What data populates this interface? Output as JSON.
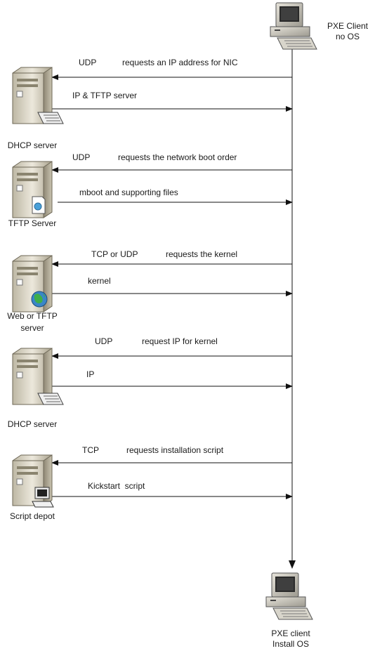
{
  "client_top": {
    "line1": "PXE Client",
    "line2": "no OS"
  },
  "client_bottom": {
    "line1": "PXE client",
    "line2": "Install OS"
  },
  "servers": [
    {
      "line1": "DHCP server",
      "line2": ""
    },
    {
      "line1": "TFTP Server",
      "line2": ""
    },
    {
      "line1": "Web or TFTP",
      "line2": "server"
    },
    {
      "line1": "DHCP server",
      "line2": ""
    },
    {
      "line1": "Script depot",
      "line2": ""
    }
  ],
  "messages": [
    {
      "protocol": "UDP",
      "text": "requests an IP address for NIC",
      "direction": "to-server"
    },
    {
      "protocol": "",
      "text": "IP & TFTP server",
      "direction": "to-client"
    },
    {
      "protocol": "UDP",
      "text": "requests the network boot order",
      "direction": "to-server"
    },
    {
      "protocol": "",
      "text": "mboot and supporting files",
      "direction": "to-client"
    },
    {
      "protocol": "TCP or UDP",
      "text": "requests the kernel",
      "direction": "to-server"
    },
    {
      "protocol": "",
      "text": "kernel",
      "direction": "to-client"
    },
    {
      "protocol": "UDP",
      "text": "request IP for kernel",
      "direction": "to-server"
    },
    {
      "protocol": "",
      "text": "IP",
      "direction": "to-client"
    },
    {
      "protocol": "TCP",
      "text": "requests installation script",
      "direction": "to-server"
    },
    {
      "protocol": "",
      "text": "Kickstart  script",
      "direction": "to-client"
    }
  ]
}
